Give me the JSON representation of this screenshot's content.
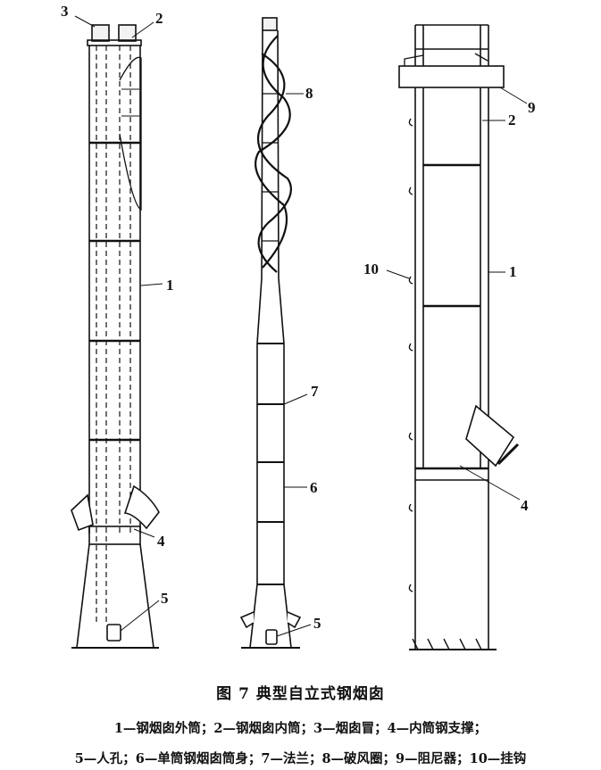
{
  "figure": {
    "title": "图 7    典型自立式钢烟囱",
    "legend_line1": "1—钢烟囱外筒；2—钢烟囱内筒；3—烟囱冒；4—内筒钢支撑；",
    "legend_line2": "5—人孔；6—单筒钢烟囱筒身；7—法兰；8—破风圈；9—阻尼器；10—挂钩"
  },
  "callouts": {
    "c1": "1",
    "c2": "2",
    "c3": "3",
    "c4": "4",
    "c5": "5",
    "c6": "6",
    "c7": "7",
    "c8": "8",
    "c9": "9",
    "c10": "10",
    "c1b": "1",
    "c2b": "2",
    "c4b": "4",
    "c5b": "5"
  }
}
